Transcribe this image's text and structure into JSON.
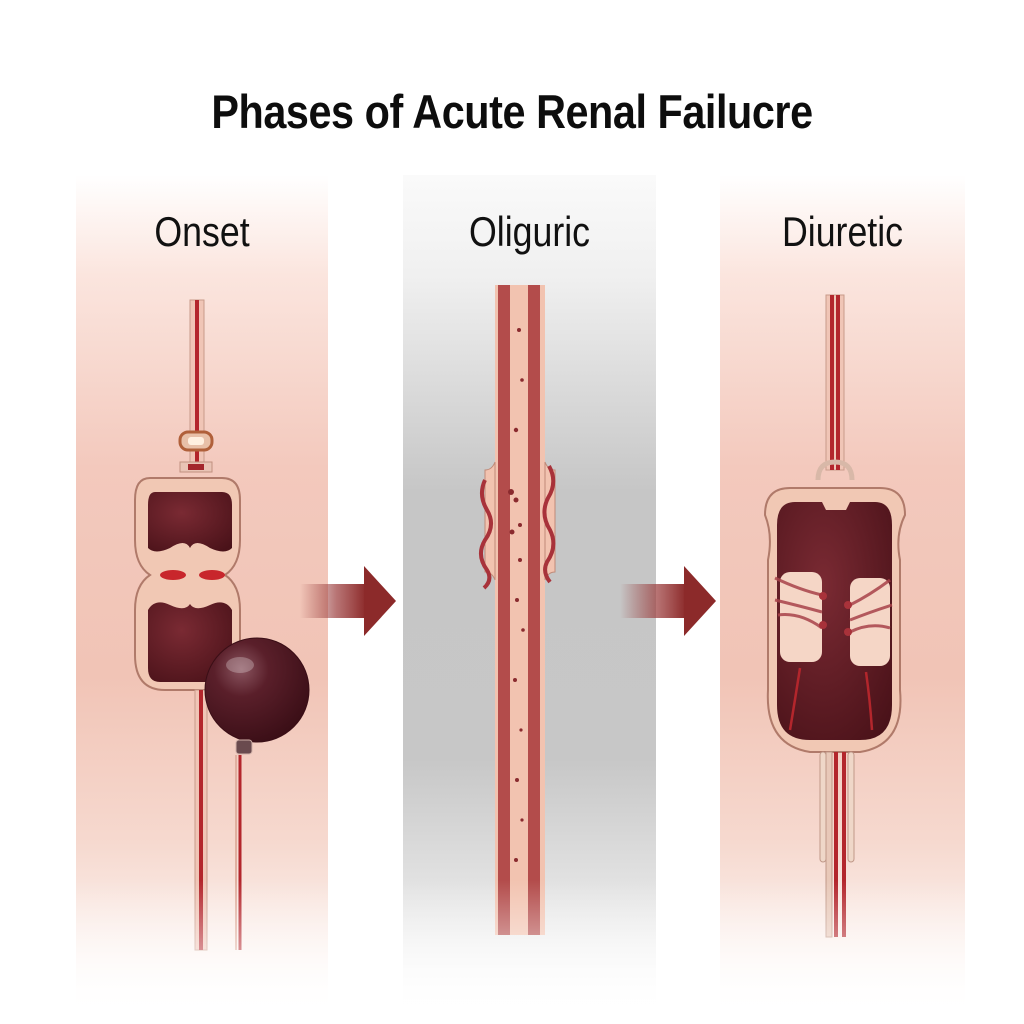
{
  "title": "Phases of Acute Renal Failucre",
  "phases": [
    {
      "label": "Onset",
      "background": "#f1c4b6"
    },
    {
      "label": "Oliguric",
      "background": "#c6c6c6"
    },
    {
      "label": "Diuretic",
      "background": "#f1c4b6"
    }
  ],
  "arrows": [
    {
      "from": "Onset",
      "to": "Oliguric",
      "color": "#8c2a2a"
    },
    {
      "from": "Oliguric",
      "to": "Diuretic",
      "color": "#8c2a2a"
    }
  ],
  "colors": {
    "tissue": "#f2c3b0",
    "kidney_dark": "#5a1a22",
    "vessel_red": "#b3262c",
    "arrow": "#8c2a2a"
  }
}
